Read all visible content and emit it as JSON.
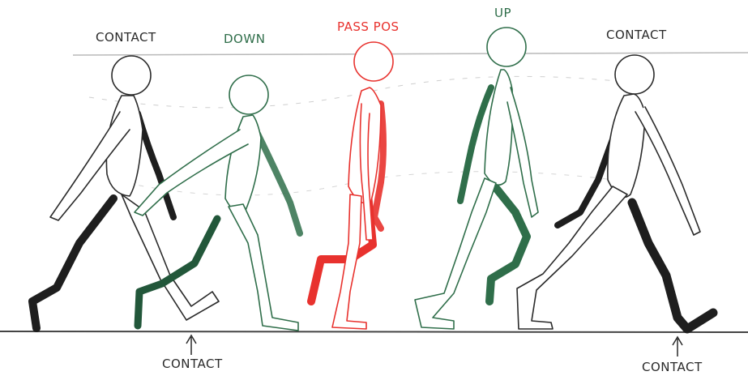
{
  "labels": {
    "top": [
      {
        "text": "CONTACT",
        "color": "#2a2a2a"
      },
      {
        "text": "DOWN",
        "color": "#2f6e4a"
      },
      {
        "text": "PASS POS",
        "color": "#e8322e"
      },
      {
        "text": "UP",
        "color": "#2f6e4a"
      },
      {
        "text": "CONTACT",
        "color": "#2a2a2a"
      }
    ],
    "bottom": [
      {
        "text": "CONTACT"
      },
      {
        "text": "CONTACT"
      }
    ]
  },
  "colors": {
    "ink": "#2a2a2a",
    "green": "#2f6e4a",
    "red": "#e8322e",
    "guide": "#b9b9b9"
  }
}
